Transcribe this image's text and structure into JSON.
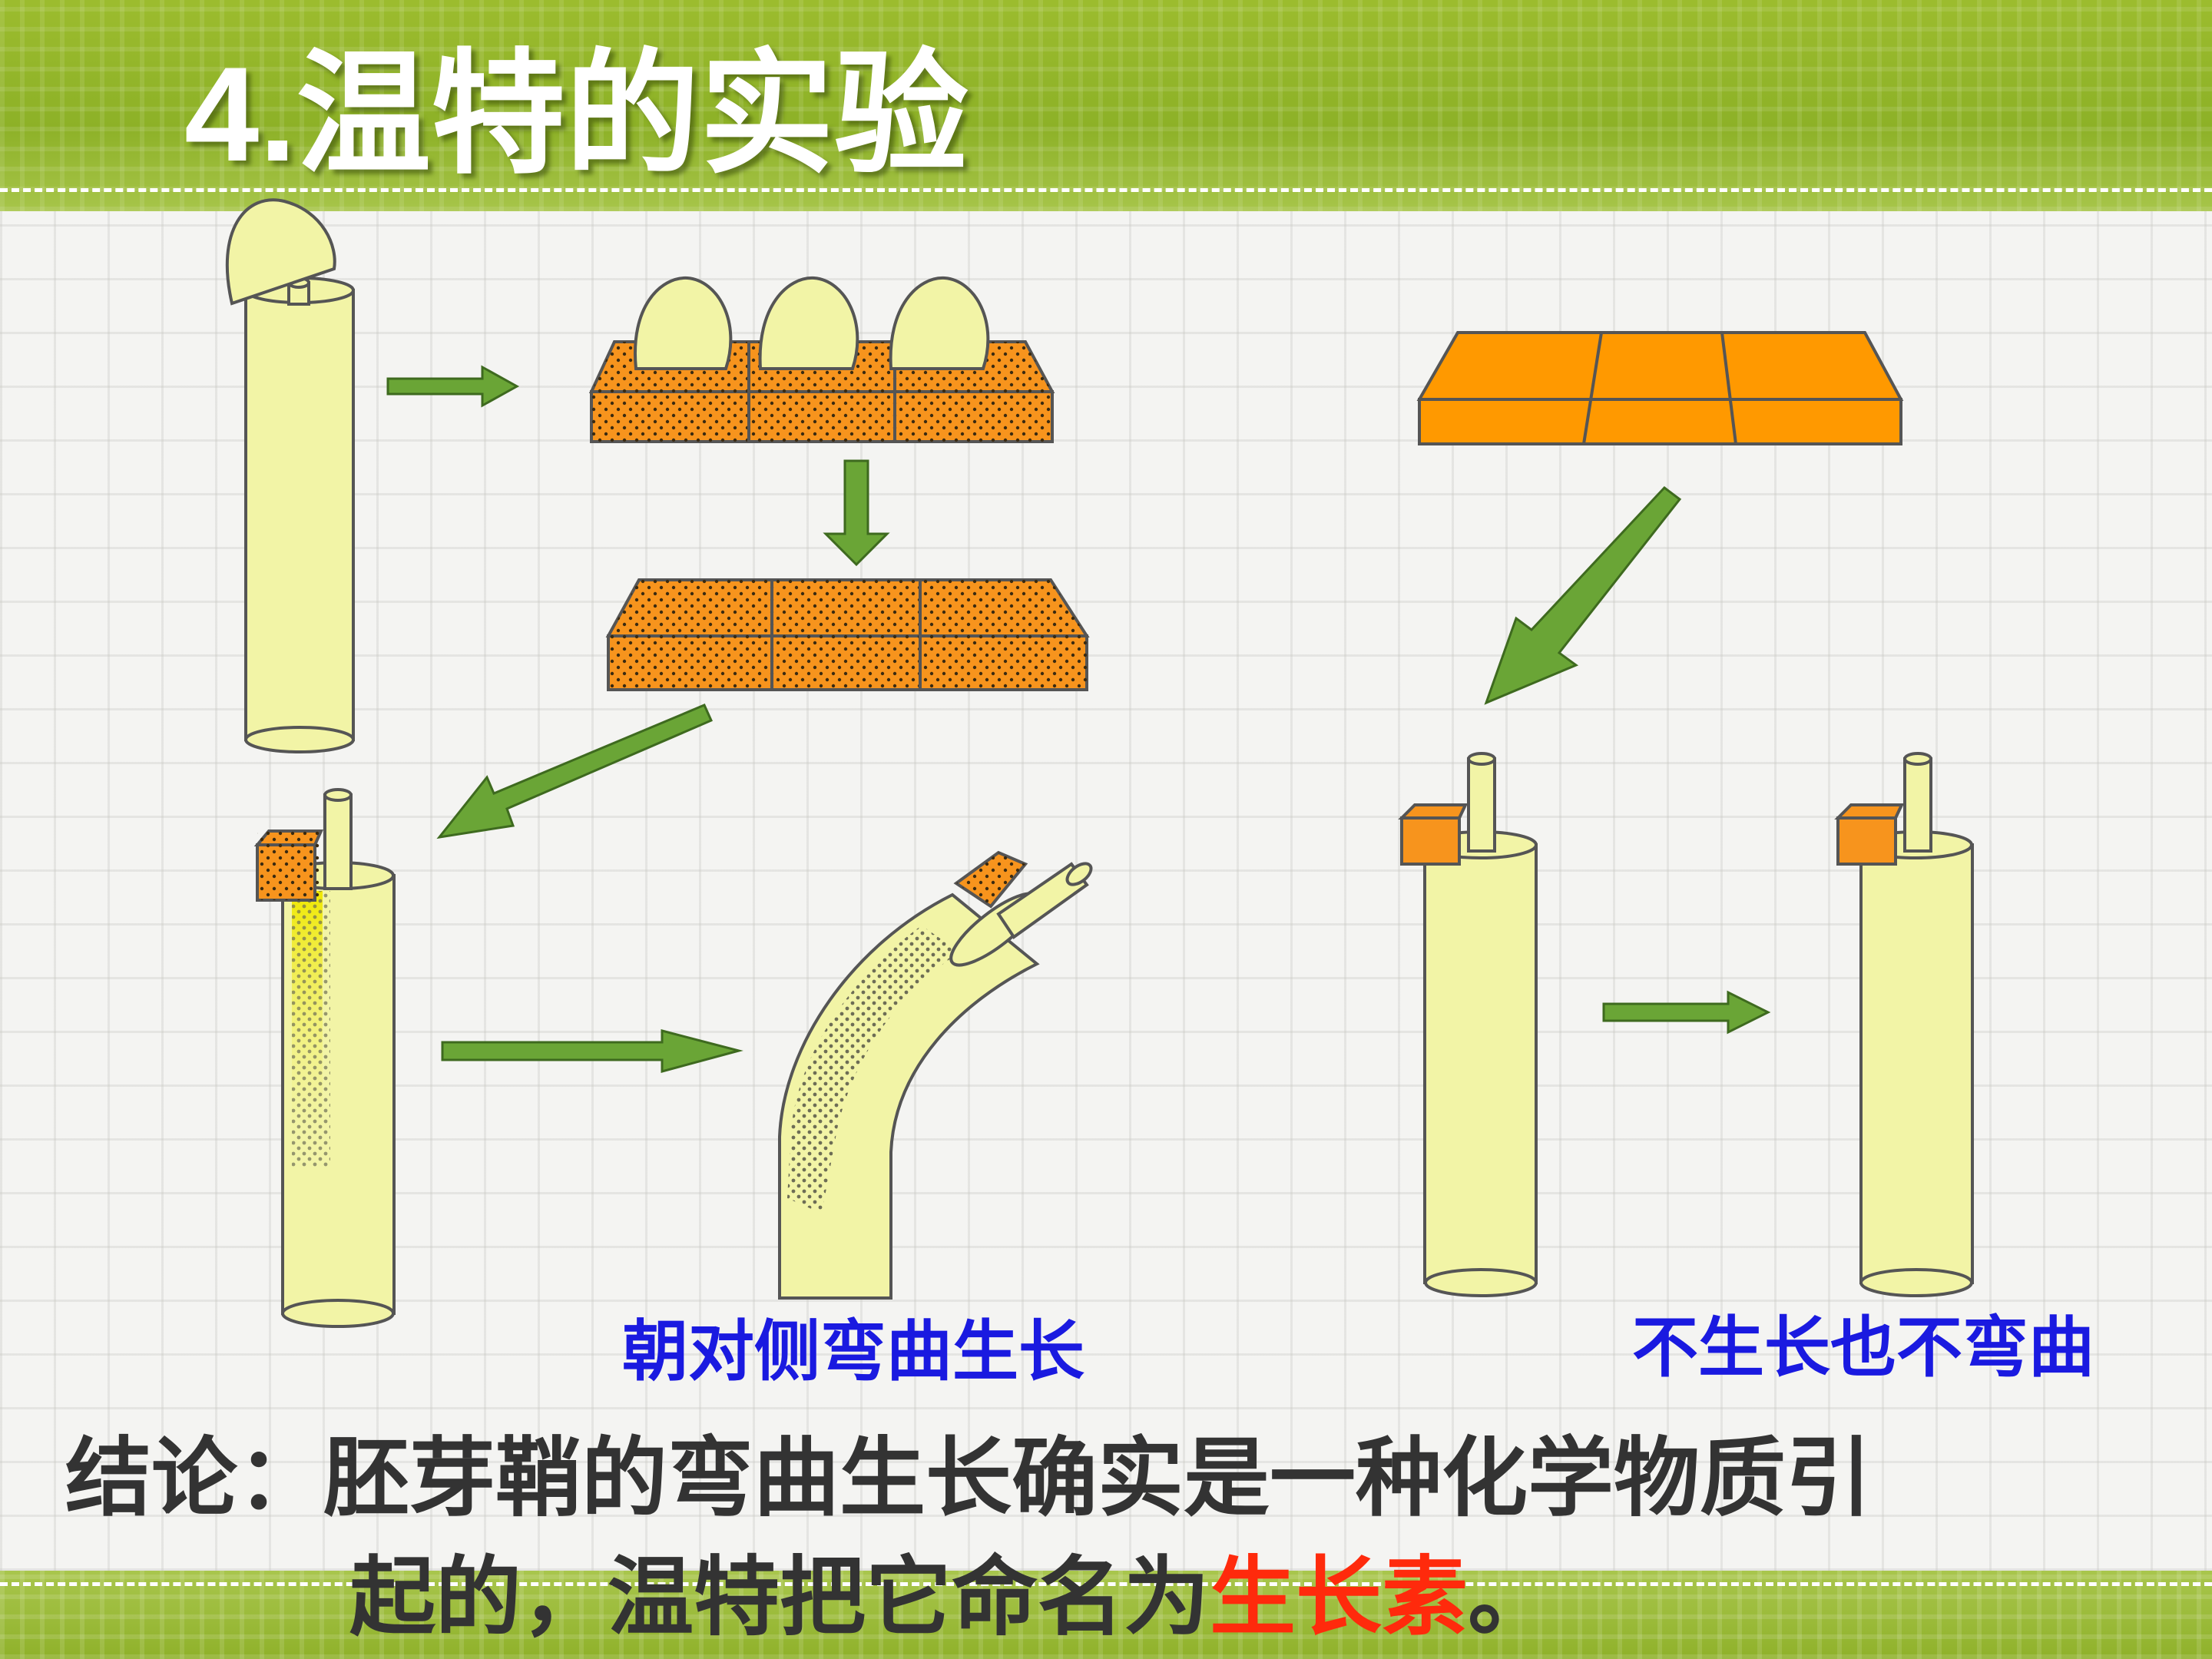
{
  "title": "4.温特的实验",
  "captions": {
    "left": "朝对侧弯曲生长",
    "right": "不生长也不弯曲"
  },
  "conclusion": {
    "line1": "结论：胚芽鞘的弯曲生长确实是一种化学物质引",
    "line2_before": "起的，温特把它命名为",
    "line2_highlight": "生长素",
    "line2_after": "。"
  },
  "colors": {
    "band_green": "#8db127",
    "coleoptile": "#f2f4a6",
    "agar_block": "#f7941d",
    "arrow": "#6aa536",
    "caption_blue": "#1a1ae0",
    "highlight_red": "#ff2a0c"
  }
}
